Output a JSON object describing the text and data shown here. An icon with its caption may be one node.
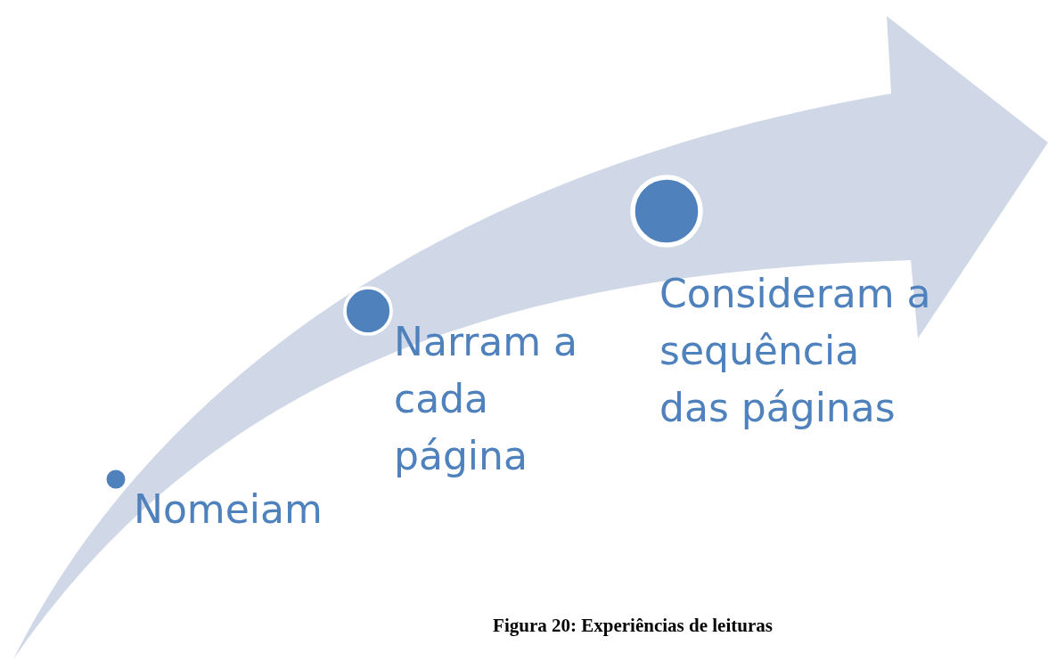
{
  "diagram": {
    "caption": "Figura 20: Experiências de leituras",
    "nodes": [
      {
        "text": [
          "Nomeiam"
        ]
      },
      {
        "text": [
          "Narram a cada página"
        ]
      },
      {
        "text": [
          "Consideram a sequência das páginas"
        ]
      }
    ]
  }
}
